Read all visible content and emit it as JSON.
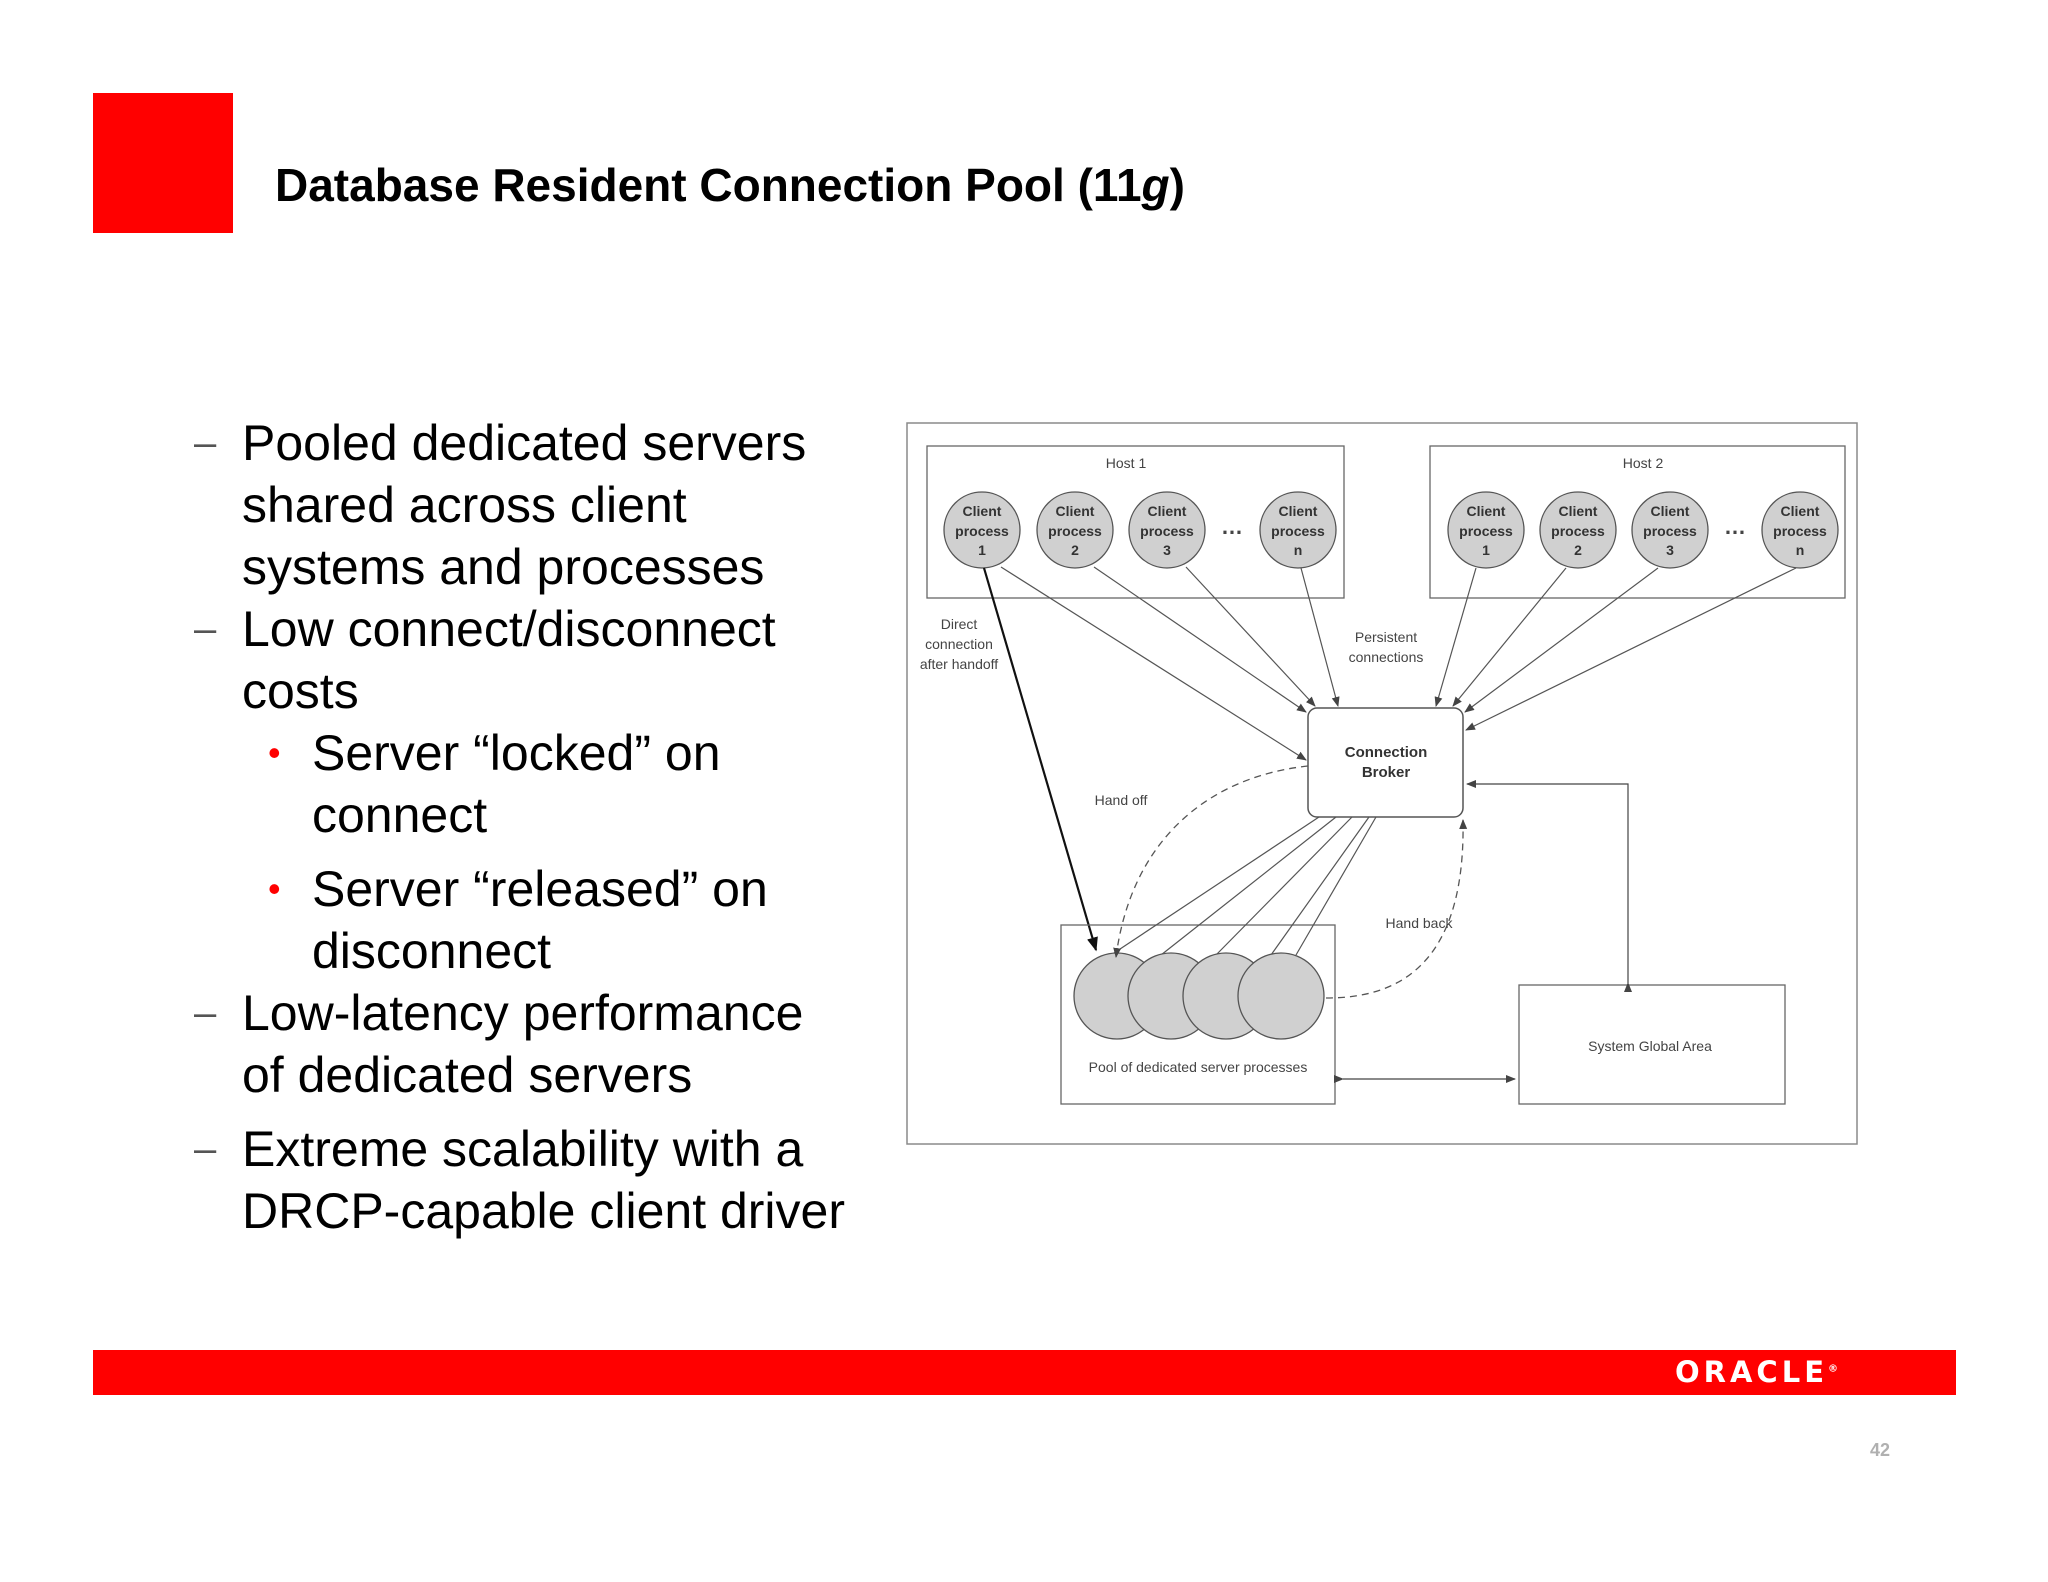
{
  "slide": {
    "title_main": "Database Resident Connection Pool (11",
    "title_italic": "g",
    "title_end": ")",
    "page_number": "42",
    "logo_text": "ORACLE",
    "logo_mark": "®"
  },
  "bullets": {
    "dash": "–",
    "dot": "•",
    "items": [
      "Pooled dedicated servers",
      "shared across client",
      "systems and processes",
      "Low connect/disconnect",
      "costs",
      "Server “locked” on",
      "connect",
      "Server “released” on",
      "disconnect",
      "Low-latency performance",
      "of dedicated servers",
      "Extreme scalability with a",
      "DRCP-capable client driver"
    ]
  },
  "diagram": {
    "host1_label": "Host 1",
    "host2_label": "Host 2",
    "client_word": "Client",
    "process_word": "process",
    "process_numbers": [
      "1",
      "2",
      "3",
      "n"
    ],
    "ellipsis": "…",
    "direct_connection": [
      "Direct",
      "connection",
      "after handoff"
    ],
    "persistent_connections": [
      "Persistent",
      "connections"
    ],
    "broker": [
      "Connection",
      "Broker"
    ],
    "hand_off": "Hand off",
    "hand_back": "Hand back",
    "pool_label": "Pool of dedicated server processes",
    "sga_label": "System Global Area"
  },
  "colors": {
    "brand_red": "#ff0000",
    "diagram_line": "#555555",
    "node_fill": "#d0d0d0",
    "page_number": "#b0b0b0"
  }
}
